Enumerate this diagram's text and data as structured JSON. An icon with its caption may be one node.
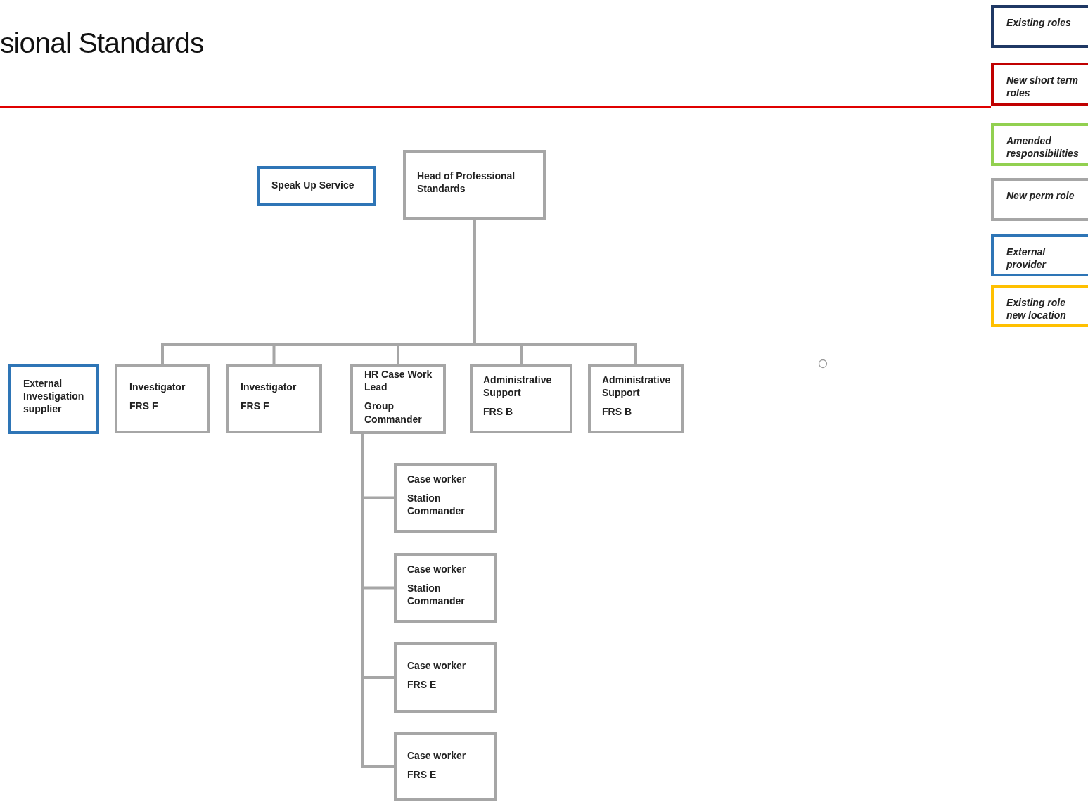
{
  "diagram": {
    "title": "sional Standards",
    "nodes": [
      {
        "text": [
          "Speak Up Service"
        ]
      },
      {
        "text": [
          "Head of Professional Standards"
        ]
      },
      {
        "text": [
          "External Investigation supplier"
        ]
      },
      {
        "text": [
          "Investigator",
          "FRS F"
        ]
      },
      {
        "text": [
          "Investigator",
          "FRS F"
        ]
      },
      {
        "text": [
          "HR Case Work Lead",
          "Group Commander"
        ]
      },
      {
        "text": [
          "Administrative Support",
          "FRS B"
        ]
      },
      {
        "text": [
          "Administrative Support",
          "FRS B"
        ]
      },
      {
        "text": [
          "Case worker",
          "Station Commander"
        ]
      },
      {
        "text": [
          "Case worker",
          "Station Commander"
        ]
      },
      {
        "text": [
          "Case worker",
          "FRS E"
        ]
      },
      {
        "text": [
          "Case worker",
          "FRS E"
        ]
      }
    ],
    "edges": [
      {
        "from": 1,
        "to": 3,
        "arrow": "none"
      },
      {
        "from": 1,
        "to": 4,
        "arrow": "none"
      },
      {
        "from": 1,
        "to": 5,
        "arrow": "none"
      },
      {
        "from": 1,
        "to": 6,
        "arrow": "none"
      },
      {
        "from": 1,
        "to": 7,
        "arrow": "none"
      },
      {
        "from": 5,
        "to": 8,
        "arrow": "none"
      },
      {
        "from": 5,
        "to": 9,
        "arrow": "none"
      },
      {
        "from": 5,
        "to": 10,
        "arrow": "none"
      },
      {
        "from": 5,
        "to": 11,
        "arrow": "none"
      }
    ],
    "legend": [
      {
        "text": "Existing roles",
        "color": "#1f3864"
      },
      {
        "text": "New short term roles",
        "color": "#c00000"
      },
      {
        "text": "Amended responsibilities",
        "color": "#92d050"
      },
      {
        "text": "New perm role",
        "color": "#a6a6a6"
      },
      {
        "text": "External provider",
        "color": "#2e75b6"
      },
      {
        "text": "Existing role new location",
        "color": "#ffc000"
      }
    ]
  }
}
